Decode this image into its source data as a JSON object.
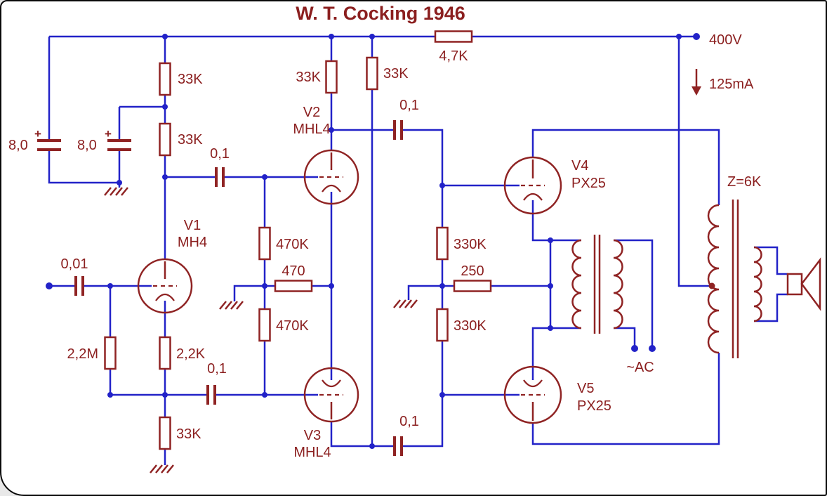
{
  "title": "W. T. Cocking 1946",
  "colors": {
    "wire": "#2222c8",
    "component": "#8f2323",
    "label": "#8b1f1f",
    "background": "#ffffff"
  },
  "supply": {
    "voltage": "400V",
    "current": "125mA",
    "dropper": "4,7K"
  },
  "tubes": {
    "v1": {
      "name": "V1",
      "type": "MH4"
    },
    "v2": {
      "name": "V2",
      "type": "MHL4"
    },
    "v3": {
      "name": "V3",
      "type": "MHL4"
    },
    "v4": {
      "name": "V4",
      "type": "PX25"
    },
    "v5": {
      "name": "V5",
      "type": "PX25"
    }
  },
  "resistors": {
    "hv_divider_upper": "33K",
    "hv_divider_lower": "33K",
    "v2_anode_load": "33K",
    "v3_anode_load": "33K",
    "v2_grid_leak": "470K",
    "v3_grid_leak": "470K",
    "phase_splitter_common": "470",
    "v4_grid_leak": "330K",
    "v5_grid_leak": "330K",
    "output_bias": "250",
    "input_grid_leak": "2,2M",
    "v1_cathode_bias": "2,2K",
    "v1_tail": "33K"
  },
  "capacitors": {
    "smoothing_a": "8,0",
    "smoothing_b": "8,0",
    "polarity_mark": "+",
    "input_coupling": "0,01",
    "v2_coupling": "0,1",
    "v3_coupling": "0,1",
    "v4_coupling": "0,1",
    "v5_coupling": "0,1"
  },
  "output_transformer": {
    "impedance": "Z=6K"
  },
  "heater": {
    "ac_supply": "~AC"
  }
}
